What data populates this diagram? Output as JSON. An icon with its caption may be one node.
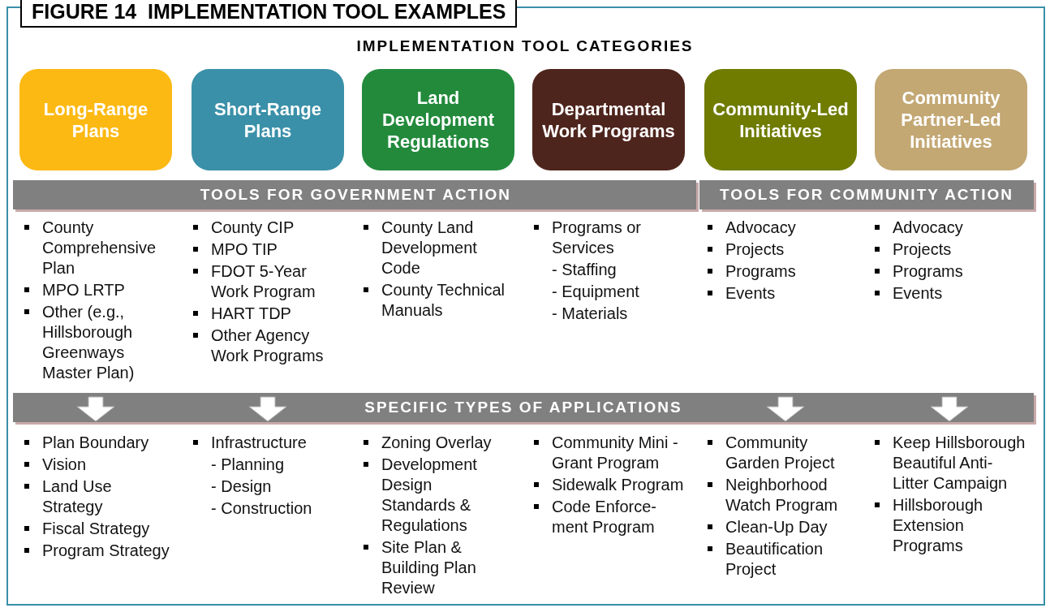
{
  "diagram": {
    "title": "FIGURE 14  IMPLEMENTATION TOOL EXAMPLES",
    "nodes": [
      {
        "text": [
          "Long-Range Plans"
        ]
      },
      {
        "text": [
          "Short-Range Plans"
        ]
      },
      {
        "text": [
          "Land Development Regulations"
        ]
      },
      {
        "text": [
          "Departmental Work Programs"
        ]
      },
      {
        "text": [
          "Community-Led Initiatives"
        ]
      },
      {
        "text": [
          "Community Partner-Led Initiatives"
        ]
      },
      {
        "text": [
          "TOOLS FOR GOVERNMENT ACTION"
        ]
      },
      {
        "text": [
          "TOOLS FOR COMMUNITY ACTION"
        ]
      },
      {
        "text": [
          "SPECIFIC TYPES OF APPLICATIONS"
        ]
      }
    ],
    "labels": [
      "IMPLEMENTATION TOOL CATEGORIES",
      "County Comprehensive Plan",
      "MPO LRTP",
      "Other (e.g., Hillsborough Greenways Master Plan)",
      "County CIP",
      "MPO TIP",
      "FDOT 5-Year Work Program",
      "HART TDP",
      "Other Agency Work Programs",
      "County Land Development Code",
      "County Technical Manuals",
      "Programs or Services",
      "- Staffing",
      "- Equipment",
      "- Materials",
      "Advocacy",
      "Projects",
      "Programs",
      "Events",
      "Advocacy",
      "Projects",
      "Programs",
      "Events",
      "Plan Boundary",
      "Vision",
      "Land Use Strategy",
      "Fiscal Strategy",
      "Program Strategy",
      "Infrastructure",
      "- Planning",
      "- Design",
      "- Construction",
      "Zoning Overlay",
      "Development Design Standards & Regulations",
      "Site Plan & Building Plan Review",
      "Community Mini -Grant Program",
      "Sidewalk Program",
      "Code Enforce- ment Program",
      "Community Garden Project",
      "Neighborhood Watch Program",
      "Clean-Up Day",
      "Beautification Project",
      "Keep Hillsborough Beautiful Anti- Litter Campaign",
      "Hillsborough Extension Programs"
    ]
  }
}
